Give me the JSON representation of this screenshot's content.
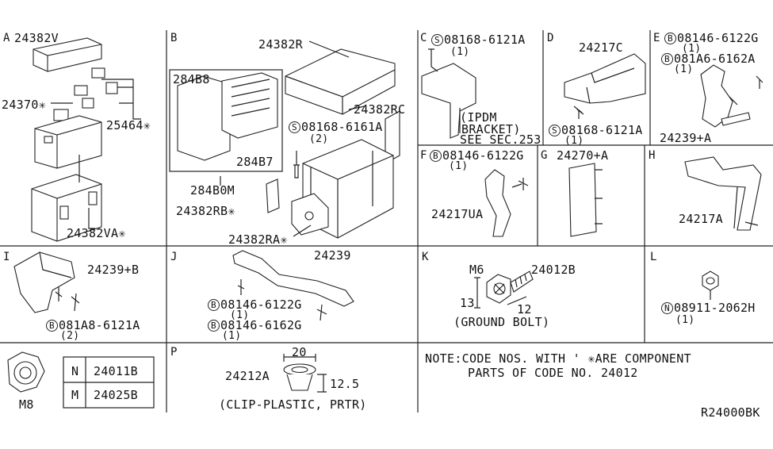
{
  "sections": {
    "A": {
      "letter": "A",
      "labels": [
        "24382V",
        "24370✳",
        "25464✳",
        "24382VA✳"
      ]
    },
    "B": {
      "letter": "B",
      "labels": [
        "24382R",
        "284B8",
        "284B7",
        "284B0M",
        "24382RC",
        "08168-6161A",
        "(2)",
        "24382RB✳",
        "24382RA✳"
      ]
    },
    "C": {
      "letter": "C",
      "bolt_symbol": "S",
      "bolt": "08168-6121A",
      "bolt_qty": "(1)",
      "note_lines": [
        "(IPDM",
        "BRACKET)",
        "SEE SEC.253"
      ]
    },
    "D": {
      "letter": "D",
      "part": "24217C",
      "bolt_symbol": "S",
      "bolt": "08168-6121A",
      "bolt_qty": "(1)"
    },
    "E": {
      "letter": "E",
      "bolt1_symbol": "B",
      "bolt1": "08146-6122G",
      "bolt1_qty": "(1)",
      "bolt2_symbol": "B",
      "bolt2": "081A6-6162A",
      "bolt2_qty": "(1)",
      "part": "24239+A"
    },
    "F": {
      "letter": "F",
      "bolt_symbol": "B",
      "bolt": "08146-6122G",
      "bolt_qty": "(1)",
      "part": "24217UA"
    },
    "G": {
      "letter": "G",
      "part": "24270+A"
    },
    "H": {
      "letter": "H",
      "part": "24217A"
    },
    "I": {
      "letter": "I",
      "part": "24239+B",
      "bolt_symbol": "B",
      "bolt": "081A8-6121A",
      "bolt_qty": "(2)"
    },
    "J": {
      "letter": "J",
      "part": "24239",
      "bolt1_symbol": "B",
      "bolt1": "08146-6122G",
      "bolt1_qty": "(1)",
      "bolt2_symbol": "B",
      "bolt2": "08146-6162G",
      "bolt2_qty": "(1)"
    },
    "K": {
      "letter": "K",
      "thread": "M6",
      "part": "24012B",
      "dim_13": "13",
      "dim_12": "12",
      "caption": "(GROUND BOLT)"
    },
    "L": {
      "letter": "L",
      "nut_symbol": "N",
      "nut": "08911-2062H",
      "nut_qty": "(1)"
    },
    "M8": {
      "label": "M8",
      "table": [
        {
          "code": "N",
          "part": "24011B"
        },
        {
          "code": "M",
          "part": "24025B"
        }
      ]
    },
    "P": {
      "letter": "P",
      "part": "24212A",
      "dim_20": "20",
      "dim_125": "12.5",
      "caption": "(CLIP-PLASTIC, PRTR)"
    }
  },
  "note": {
    "line1": "NOTE:CODE NOS. WITH ' ✳ARE COMPONENT",
    "line2": "PARTS OF CODE NO. 24012"
  },
  "ref_code": "R24000BK"
}
